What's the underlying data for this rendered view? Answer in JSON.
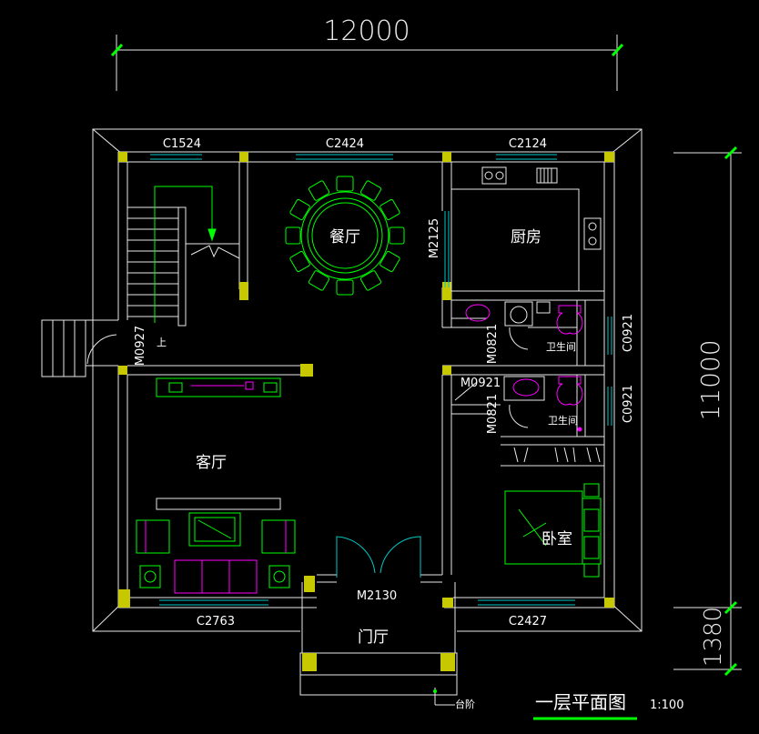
{
  "dimensions": {
    "overall_width": "12000",
    "overall_depth": "11000",
    "porch_depth": "1380"
  },
  "openings": {
    "c1524": "C1524",
    "c2424": "C2424",
    "c2124": "C2124",
    "m2125": "M2125",
    "m0927": "M0927",
    "m0821_top": "M0821",
    "m0921": "M0921",
    "m0821_bottom": "M0821",
    "c0921_top": "C0921",
    "c0921_bottom": "C0921",
    "m2130": "M2130",
    "c2763": "C2763",
    "c2427": "C2427"
  },
  "rooms": {
    "dining": "餐厅",
    "kitchen": "厨房",
    "bath_top": "卫生间",
    "bath_bottom": "卫生间",
    "living": "客厅",
    "bedroom": "卧室",
    "foyer": "门厅"
  },
  "annotations": {
    "stair_up": "上",
    "steps": "台阶"
  },
  "title_block": {
    "title": "一层平面图",
    "scale": "1:100"
  },
  "colors": {
    "wall": "#e8e8e8",
    "column": "#c8c800",
    "dimension": "#00ff00",
    "furniture": "#00ff00",
    "window": "#00c8c8",
    "fixture": "#ff00ff"
  }
}
